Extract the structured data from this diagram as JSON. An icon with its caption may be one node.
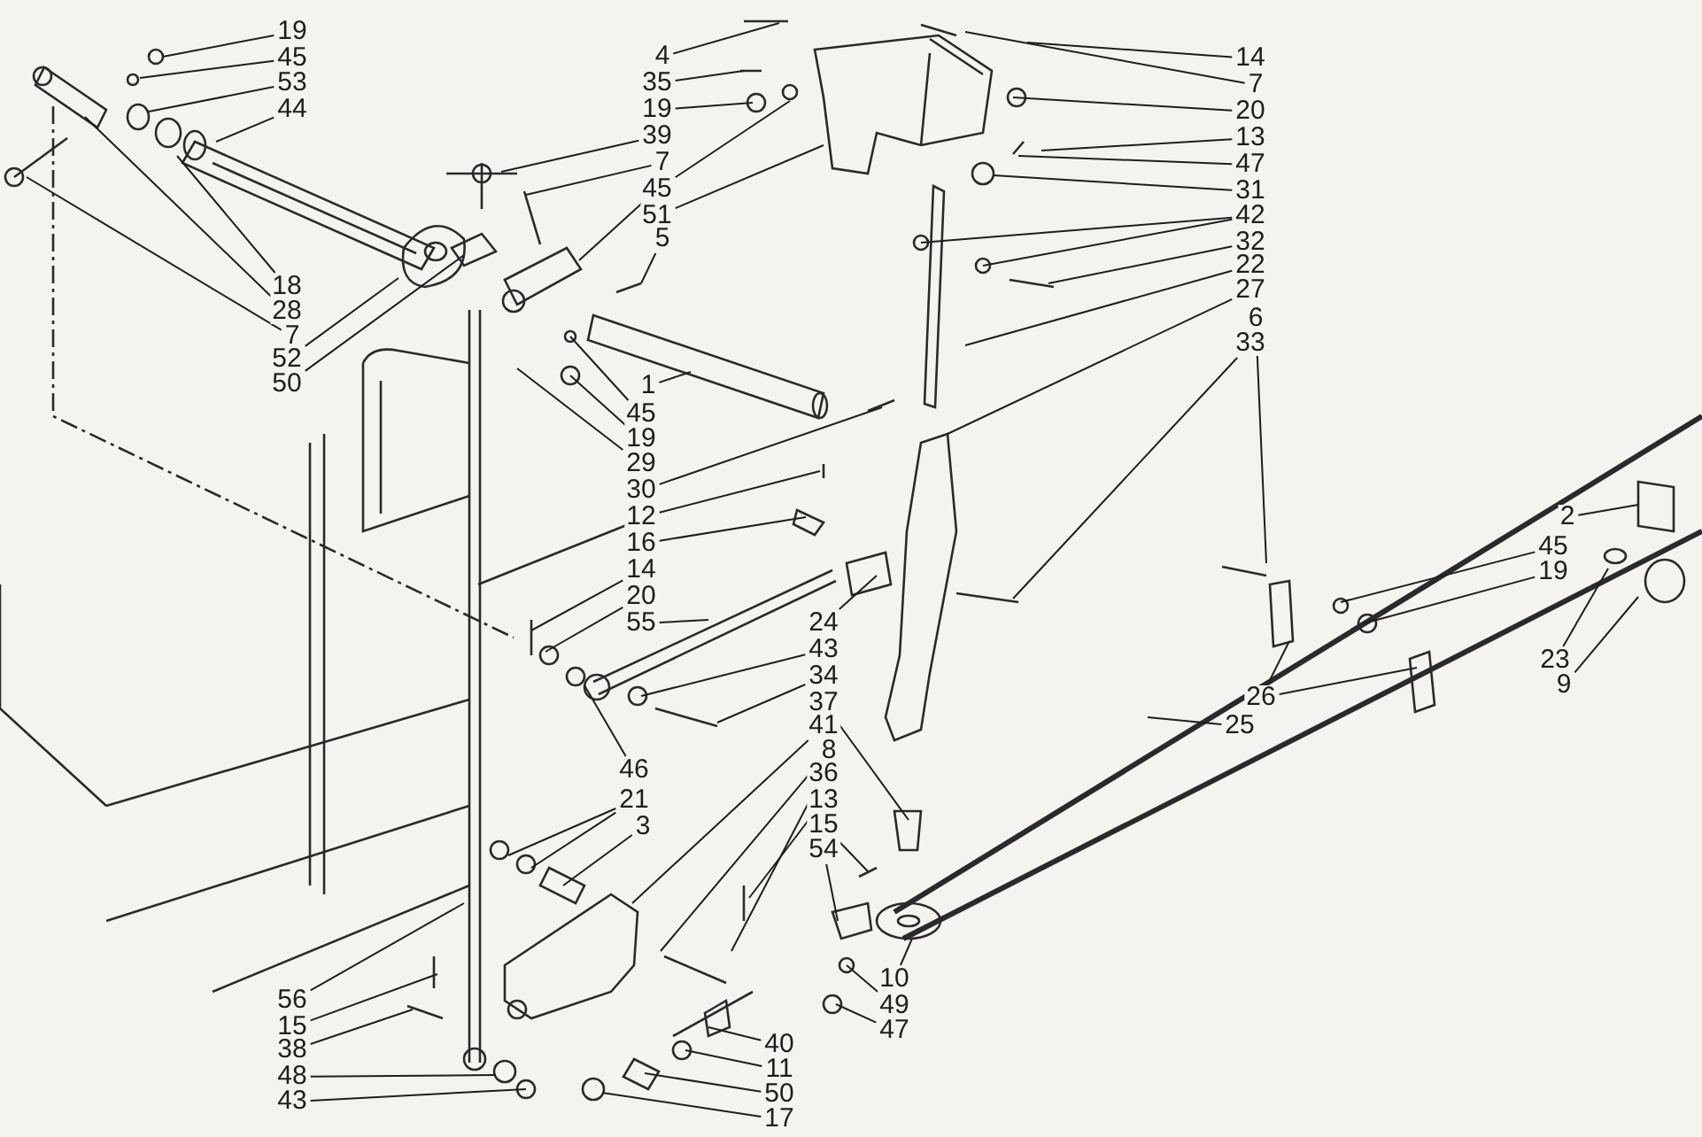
{
  "diagram": {
    "nodes": [
      {
        "text": [
          "19"
        ]
      },
      {
        "text": [
          "45"
        ]
      },
      {
        "text": [
          "53"
        ]
      },
      {
        "text": [
          "44"
        ]
      },
      {
        "text": [
          "4"
        ]
      },
      {
        "text": [
          "35"
        ]
      },
      {
        "text": [
          "19"
        ]
      },
      {
        "text": [
          "39"
        ]
      },
      {
        "text": [
          "7"
        ]
      },
      {
        "text": [
          "45"
        ]
      },
      {
        "text": [
          "51"
        ]
      },
      {
        "text": [
          "5"
        ]
      },
      {
        "text": [
          "14"
        ]
      },
      {
        "text": [
          "7"
        ]
      },
      {
        "text": [
          "20"
        ]
      },
      {
        "text": [
          "13"
        ]
      },
      {
        "text": [
          "47"
        ]
      },
      {
        "text": [
          "31"
        ]
      },
      {
        "text": [
          "42"
        ]
      },
      {
        "text": [
          "32"
        ]
      },
      {
        "text": [
          "22"
        ]
      },
      {
        "text": [
          "27"
        ]
      },
      {
        "text": [
          "6"
        ]
      },
      {
        "text": [
          "33"
        ]
      },
      {
        "text": [
          "18"
        ]
      },
      {
        "text": [
          "28"
        ]
      },
      {
        "text": [
          "7"
        ]
      },
      {
        "text": [
          "52"
        ]
      },
      {
        "text": [
          "50"
        ]
      },
      {
        "text": [
          "1"
        ]
      },
      {
        "text": [
          "45"
        ]
      },
      {
        "text": [
          "19"
        ]
      },
      {
        "text": [
          "29"
        ]
      },
      {
        "text": [
          "30"
        ]
      },
      {
        "text": [
          "12"
        ]
      },
      {
        "text": [
          "16"
        ]
      },
      {
        "text": [
          "14"
        ]
      },
      {
        "text": [
          "20"
        ]
      },
      {
        "text": [
          "55"
        ]
      },
      {
        "text": [
          "2"
        ]
      },
      {
        "text": [
          "45"
        ]
      },
      {
        "text": [
          "19"
        ]
      },
      {
        "text": [
          "24"
        ]
      },
      {
        "text": [
          "43"
        ]
      },
      {
        "text": [
          "34"
        ]
      },
      {
        "text": [
          "37"
        ]
      },
      {
        "text": [
          "23"
        ]
      },
      {
        "text": [
          "9"
        ]
      },
      {
        "text": [
          "26"
        ]
      },
      {
        "text": [
          "25"
        ]
      },
      {
        "text": [
          "41"
        ]
      },
      {
        "text": [
          "8"
        ]
      },
      {
        "text": [
          "36"
        ]
      },
      {
        "text": [
          "13"
        ]
      },
      {
        "text": [
          "15"
        ]
      },
      {
        "text": [
          "54"
        ]
      },
      {
        "text": [
          "46"
        ]
      },
      {
        "text": [
          "21"
        ]
      },
      {
        "text": [
          "3"
        ]
      },
      {
        "text": [
          "10"
        ]
      },
      {
        "text": [
          "49"
        ]
      },
      {
        "text": [
          "47"
        ]
      },
      {
        "text": [
          "56"
        ]
      },
      {
        "text": [
          "15"
        ]
      },
      {
        "text": [
          "38"
        ]
      },
      {
        "text": [
          "48"
        ]
      },
      {
        "text": [
          "43"
        ]
      },
      {
        "text": [
          "40"
        ]
      },
      {
        "text": [
          "11"
        ]
      },
      {
        "text": [
          "50"
        ]
      },
      {
        "text": [
          "17"
        ]
      }
    ],
    "edges": [
      {
        "from": 0,
        "to": null,
        "arrow": "none"
      },
      {
        "from": 1,
        "to": null,
        "arrow": "none"
      },
      {
        "from": 2,
        "to": null,
        "arrow": "none"
      },
      {
        "from": 3,
        "to": null,
        "arrow": "none"
      },
      {
        "from": 4,
        "to": null,
        "arrow": "none"
      },
      {
        "from": 5,
        "to": null,
        "arrow": "none"
      },
      {
        "from": 6,
        "to": null,
        "arrow": "none"
      },
      {
        "from": 7,
        "to": null,
        "arrow": "none"
      },
      {
        "from": 8,
        "to": null,
        "arrow": "none"
      },
      {
        "from": 9,
        "to": null,
        "arrow": "none"
      },
      {
        "from": 9,
        "to": null,
        "arrow": "none"
      },
      {
        "from": 10,
        "to": null,
        "arrow": "none"
      },
      {
        "from": 11,
        "to": null,
        "arrow": "none"
      },
      {
        "from": 12,
        "to": null,
        "arrow": "none"
      },
      {
        "from": 13,
        "to": null,
        "arrow": "none"
      },
      {
        "from": 14,
        "to": null,
        "arrow": "none"
      },
      {
        "from": 15,
        "to": null,
        "arrow": "none"
      },
      {
        "from": 16,
        "to": null,
        "arrow": "none"
      },
      {
        "from": 17,
        "to": null,
        "arrow": "none"
      },
      {
        "from": 18,
        "to": null,
        "arrow": "none"
      },
      {
        "from": 18,
        "to": null,
        "arrow": "none"
      },
      {
        "from": 19,
        "to": null,
        "arrow": "none"
      },
      {
        "from": 20,
        "to": null,
        "arrow": "none"
      },
      {
        "from": 21,
        "to": null,
        "arrow": "none"
      },
      {
        "from": 22,
        "to": null,
        "arrow": "none"
      },
      {
        "from": 23,
        "to": null,
        "arrow": "none"
      },
      {
        "from": 24,
        "to": null,
        "arrow": "none"
      },
      {
        "from": 25,
        "to": null,
        "arrow": "none"
      },
      {
        "from": 26,
        "to": null,
        "arrow": "none"
      },
      {
        "from": 27,
        "to": null,
        "arrow": "none"
      },
      {
        "from": 28,
        "to": null,
        "arrow": "none"
      },
      {
        "from": 29,
        "to": null,
        "arrow": "none"
      },
      {
        "from": 30,
        "to": null,
        "arrow": "none"
      },
      {
        "from": 31,
        "to": null,
        "arrow": "none"
      },
      {
        "from": 32,
        "to": null,
        "arrow": "none"
      },
      {
        "from": 33,
        "to": null,
        "arrow": "none"
      },
      {
        "from": 34,
        "to": null,
        "arrow": "none"
      },
      {
        "from": 35,
        "to": null,
        "arrow": "none"
      },
      {
        "from": 36,
        "to": null,
        "arrow": "none"
      },
      {
        "from": 37,
        "to": null,
        "arrow": "none"
      },
      {
        "from": 38,
        "to": null,
        "arrow": "none"
      },
      {
        "from": 39,
        "to": null,
        "arrow": "none"
      },
      {
        "from": 40,
        "to": null,
        "arrow": "none"
      },
      {
        "from": 41,
        "to": null,
        "arrow": "none"
      },
      {
        "from": 42,
        "to": null,
        "arrow": "none"
      },
      {
        "from": 43,
        "to": null,
        "arrow": "none"
      },
      {
        "from": 44,
        "to": null,
        "arrow": "none"
      },
      {
        "from": 45,
        "to": null,
        "arrow": "none"
      },
      {
        "from": 46,
        "to": null,
        "arrow": "none"
      },
      {
        "from": 47,
        "to": null,
        "arrow": "none"
      },
      {
        "from": 48,
        "to": null,
        "arrow": "none"
      },
      {
        "from": 48,
        "to": null,
        "arrow": "none"
      },
      {
        "from": 49,
        "to": null,
        "arrow": "none"
      },
      {
        "from": 50,
        "to": null,
        "arrow": "none"
      },
      {
        "from": 51,
        "to": null,
        "arrow": "none"
      },
      {
        "from": 52,
        "to": null,
        "arrow": "none"
      },
      {
        "from": 53,
        "to": null,
        "arrow": "none"
      },
      {
        "from": 54,
        "to": null,
        "arrow": "none"
      },
      {
        "from": 55,
        "to": null,
        "arrow": "none"
      },
      {
        "from": 56,
        "to": null,
        "arrow": "none"
      },
      {
        "from": 57,
        "to": null,
        "arrow": "none"
      },
      {
        "from": 57,
        "to": null,
        "arrow": "none"
      },
      {
        "from": 58,
        "to": null,
        "arrow": "none"
      },
      {
        "from": 59,
        "to": null,
        "arrow": "none"
      },
      {
        "from": 60,
        "to": null,
        "arrow": "none"
      },
      {
        "from": 61,
        "to": null,
        "arrow": "none"
      },
      {
        "from": 62,
        "to": null,
        "arrow": "none"
      },
      {
        "from": 63,
        "to": null,
        "arrow": "none"
      },
      {
        "from": 64,
        "to": null,
        "arrow": "none"
      },
      {
        "from": 65,
        "to": null,
        "arrow": "none"
      },
      {
        "from": 66,
        "to": null,
        "arrow": "none"
      },
      {
        "from": 67,
        "to": null,
        "arrow": "none"
      },
      {
        "from": 68,
        "to": null,
        "arrow": "none"
      },
      {
        "from": 69,
        "to": null,
        "arrow": "none"
      },
      {
        "from": 70,
        "to": null,
        "arrow": "none"
      }
    ]
  }
}
